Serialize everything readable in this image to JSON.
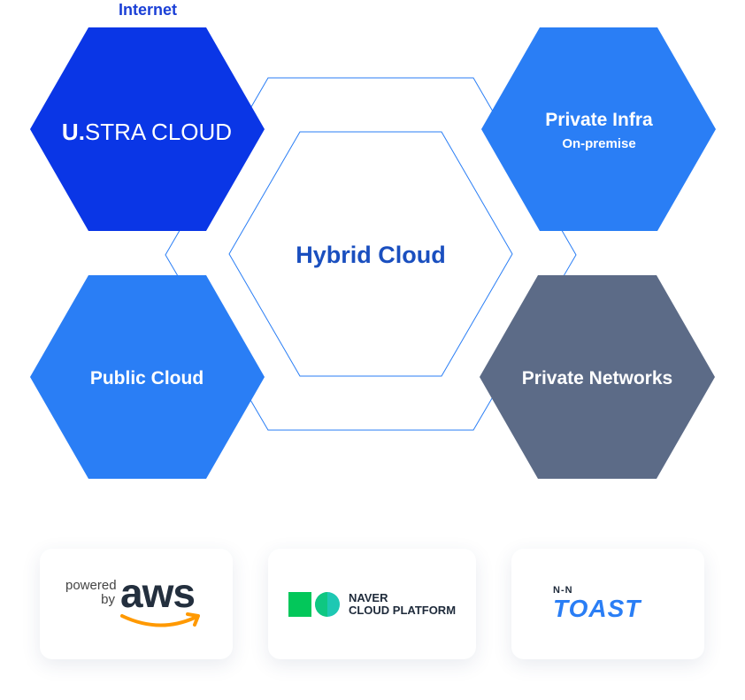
{
  "internet_label": "Internet",
  "hexagons": {
    "ustra": {
      "brand_mark": "U.",
      "brand_name": "STRA CLOUD",
      "color": "#0a36e6"
    },
    "private_infra": {
      "title": "Private Infra",
      "subtitle": "On-premise",
      "color": "#2a7ef5"
    },
    "public_cloud": {
      "title": "Public Cloud",
      "color": "#2a7ef5"
    },
    "private_networks": {
      "title": "Private Networks",
      "color": "#5c6b87"
    },
    "hybrid": {
      "title": "Hybrid Cloud",
      "title_color": "#1a4fbf",
      "outline_color": "#2a7ef5"
    }
  },
  "partners": {
    "aws": {
      "powered": "powered",
      "by": "by",
      "wordmark": "aws",
      "smile_color": "#ff9900"
    },
    "naver": {
      "line1": "NAVER",
      "line2": "CLOUD PLATFORM",
      "logo_green": "#03c75a",
      "logo_teal": "#1ec8b3"
    },
    "toast": {
      "top": "N-N",
      "word": "TOAST",
      "color": "#2a7ef5"
    }
  }
}
